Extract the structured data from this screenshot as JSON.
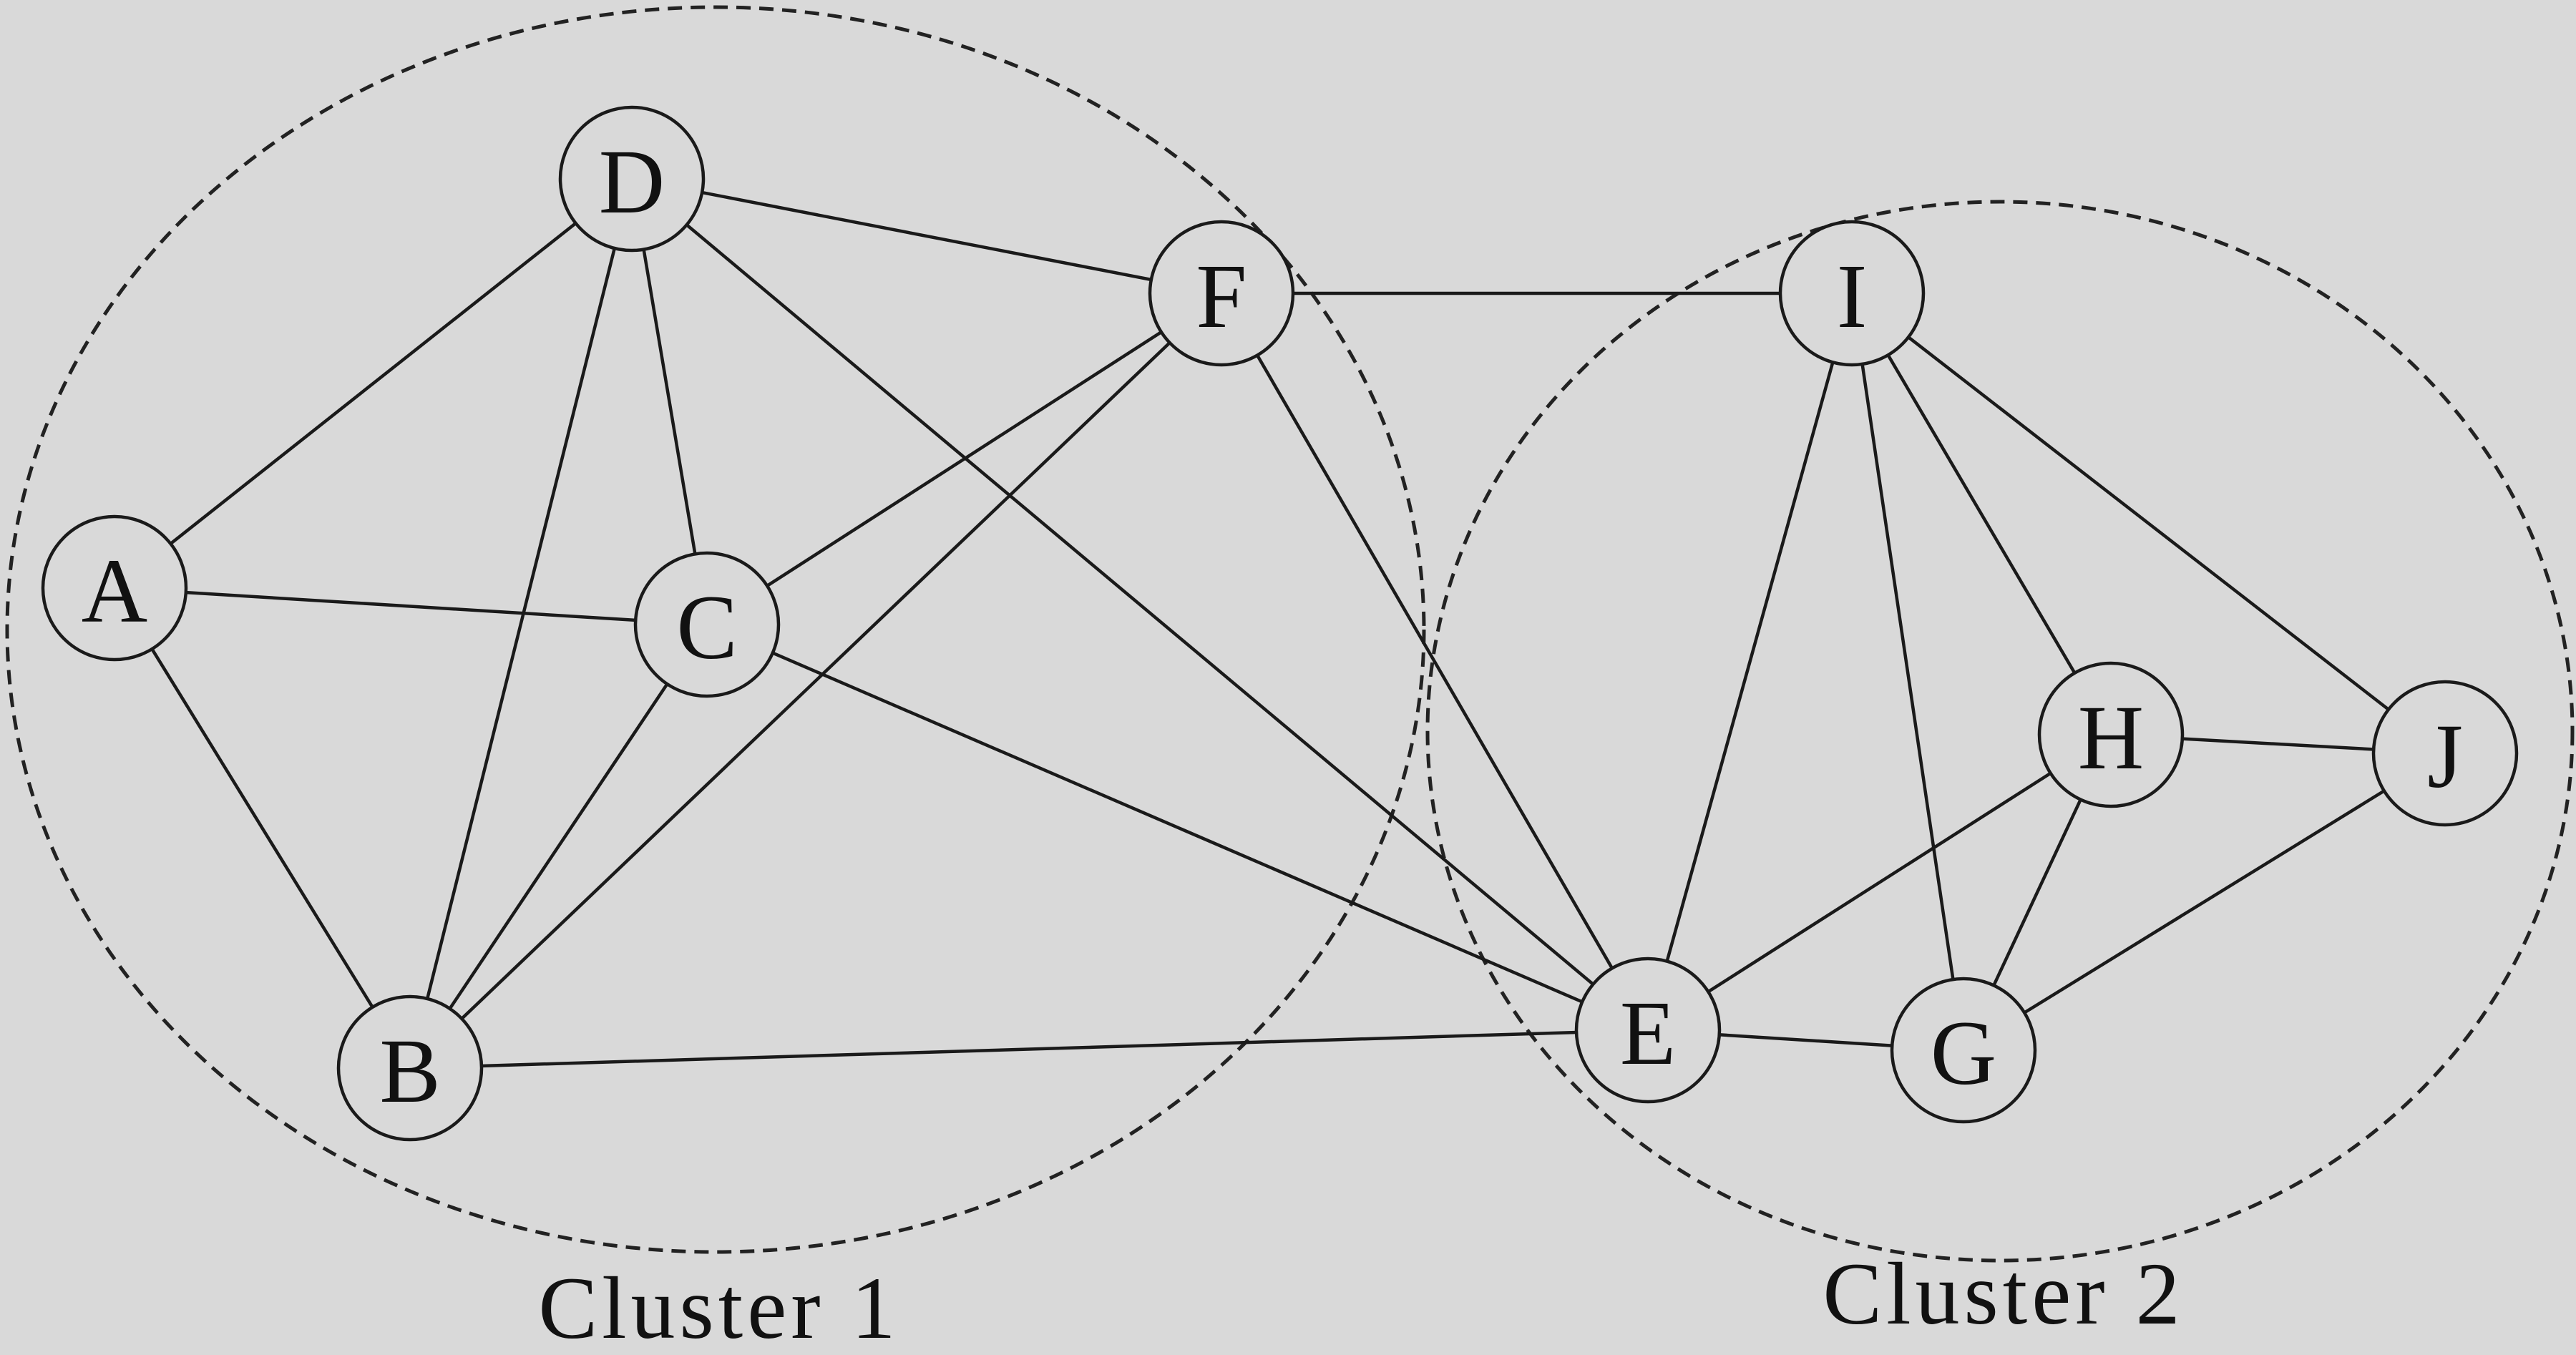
{
  "diagram": {
    "type": "network-graph",
    "background": "#d9d9d9",
    "clusters": [
      {
        "id": "cluster1",
        "label": "Cluster 1",
        "members": [
          "A",
          "B",
          "C",
          "D",
          "F"
        ]
      },
      {
        "id": "cluster2",
        "label": "Cluster 2",
        "members": [
          "I",
          "E",
          "G",
          "H",
          "J"
        ]
      }
    ],
    "nodes": [
      {
        "id": "A",
        "label": "A"
      },
      {
        "id": "B",
        "label": "B"
      },
      {
        "id": "C",
        "label": "C"
      },
      {
        "id": "D",
        "label": "D"
      },
      {
        "id": "F",
        "label": "F"
      },
      {
        "id": "I",
        "label": "I"
      },
      {
        "id": "H",
        "label": "H"
      },
      {
        "id": "J",
        "label": "J"
      },
      {
        "id": "E",
        "label": "E"
      },
      {
        "id": "G",
        "label": "G"
      }
    ],
    "edges": [
      [
        "A",
        "D"
      ],
      [
        "A",
        "C"
      ],
      [
        "A",
        "B"
      ],
      [
        "D",
        "F"
      ],
      [
        "D",
        "B"
      ],
      [
        "D",
        "C"
      ],
      [
        "D",
        "E"
      ],
      [
        "F",
        "C"
      ],
      [
        "F",
        "B"
      ],
      [
        "F",
        "I"
      ],
      [
        "F",
        "E"
      ],
      [
        "C",
        "B"
      ],
      [
        "C",
        "E"
      ],
      [
        "B",
        "E"
      ],
      [
        "I",
        "E"
      ],
      [
        "I",
        "G"
      ],
      [
        "I",
        "H"
      ],
      [
        "I",
        "J"
      ],
      [
        "H",
        "J"
      ],
      [
        "H",
        "E"
      ],
      [
        "H",
        "G"
      ],
      [
        "E",
        "G"
      ],
      [
        "G",
        "J"
      ]
    ]
  }
}
